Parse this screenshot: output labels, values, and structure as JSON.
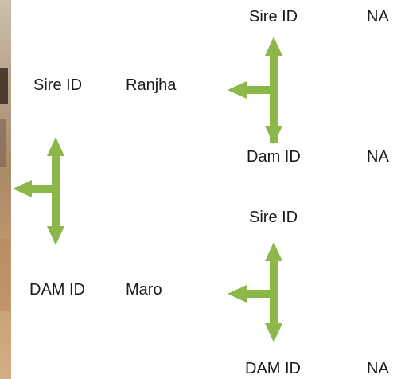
{
  "colors": {
    "arrow": "#8cb84a",
    "text": "#1a1a1a"
  },
  "pedigree": {
    "sire": {
      "label": "Sire ID",
      "name": "Ranjha",
      "sire": {
        "label": "Sire ID",
        "value": "NA"
      },
      "dam": {
        "label": "Dam ID",
        "value": "NA"
      }
    },
    "dam": {
      "label": "DAM ID",
      "name": "Maro",
      "sire": {
        "label": "Sire ID",
        "value": ""
      },
      "dam": {
        "label": "DAM ID",
        "value": "NA"
      }
    }
  }
}
